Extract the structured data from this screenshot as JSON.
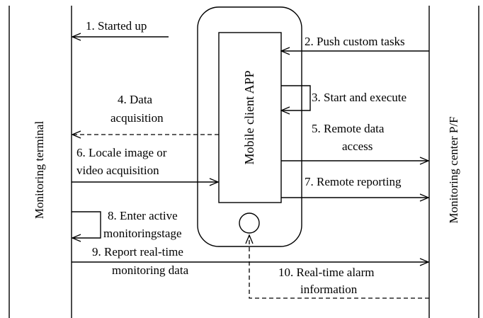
{
  "left_panel": {
    "label": "Monitoring terminal"
  },
  "right_panel": {
    "label": "Monitoring center P/F"
  },
  "phone": {
    "app_label": "Mobile client APP"
  },
  "steps": {
    "s1": [
      "1. Started up"
    ],
    "s2": [
      "2. Push custom tasks"
    ],
    "s3": [
      "3. Start and execute"
    ],
    "s4": [
      "4. Data",
      "acquisition"
    ],
    "s5": [
      "5. Remote data",
      "access"
    ],
    "s6": [
      "6. Locale image or",
      "video acquisition"
    ],
    "s7": [
      "7. Remote reporting"
    ],
    "s8": [
      "8. Enter active",
      "monitoringstage"
    ],
    "s9": [
      "9. Report real-time",
      "monitoring data"
    ],
    "s10": [
      "10. Real-time alarm",
      "information"
    ]
  }
}
